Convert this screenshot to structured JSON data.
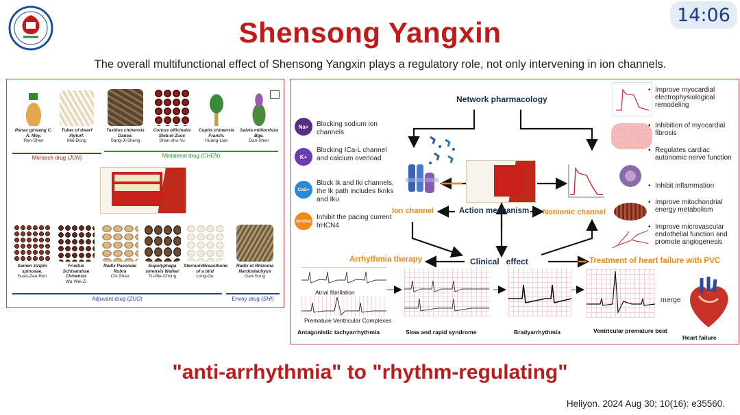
{
  "header": {
    "title": "Shensong Yangxin",
    "subtitle": "The overall multifunctional effect of Shensong Yangxin plays a regulatory role, not only intervening in ion channels.",
    "time": "14:06",
    "logo_icon": "university-seal-icon"
  },
  "left_panel": {
    "monarch_herbs": [
      {
        "latin": "Panax ginseng C. A. Mey.",
        "cn": "Ren-Shen"
      },
      {
        "latin": "Tuber of dwarf lilyturf.",
        "cn": "Mai-Dong"
      }
    ],
    "ministerial_herbs": [
      {
        "latin": "Taxillus chinensis Danse.",
        "cn": "Sang-Ji-Sheng"
      },
      {
        "latin": "Cornus officinalis Sieb.et Zucc",
        "cn": "Shan-shu-Yu"
      },
      {
        "latin": "Coptis chinensis Franch.",
        "cn": "Huang-Lian"
      },
      {
        "latin": "Salvia miltiorrhiza Bge.",
        "cn": "Dan-Shen"
      }
    ],
    "adjuvant_herbs": [
      {
        "latin": "Semen ziziphi spinosae.",
        "cn": "Suan-Zao-Ren"
      },
      {
        "latin": "Frustus Schisandrae Chinensis",
        "cn": "Wu-Wei-Zi"
      },
      {
        "latin": "Radix Paeoniae Rubra",
        "cn": "Chi-Shao"
      },
      {
        "latin": "Eupolyphaga sinensis Walker",
        "cn": "Tu-Bie-Chong"
      },
      {
        "latin": "Sternum/Breastbone of a bird",
        "cn": "Long-Gu"
      }
    ],
    "envoy_herbs": [
      {
        "latin": "Radix et Rhizoma Nardostachyos",
        "cn": "Gan-Song"
      }
    ],
    "groups": {
      "monarch": {
        "text": "Monarch drug (",
        "tag": "JUN",
        "end": ")",
        "color": "#b02020"
      },
      "ministerial": {
        "text": "Ministerial drug (",
        "tag": "CHEN",
        "end": ")",
        "color": "#2a8a3a"
      },
      "adjuvant": {
        "text": "Adjuvant drug (",
        "tag": "ZUO",
        "end": ")",
        "color": "#2a3f9a"
      },
      "envoy": {
        "text": "Envoy drug (",
        "tag": "SHI",
        "end": ")",
        "color": "#2a3f9a"
      }
    }
  },
  "right_panel": {
    "network_pharmacology": "Network  pharmacology",
    "action_mechanism": "Action mechanism",
    "ion_channel": "Ion channel",
    "nonionic_channel": "Nonionic channel",
    "clinical_effect": "Clinical   effect",
    "arrhythmia_therapy": "Arrhythmia therapy",
    "heart_failure_treatment": "Treatment of heart failure with PVC",
    "ion_effects": [
      {
        "ion": "Na+",
        "text": "Blocking sodium ion channels",
        "color": "#5a2d8a"
      },
      {
        "ion": "K+",
        "text": "Blocking  ICa-L channel  and  calcium overload",
        "color": "#6a3db0"
      },
      {
        "ion": "Ca2+",
        "text": "Block Ik and Iki channels, the Ik path includes Ikriks and Iku",
        "color": "#2a8ad8"
      },
      {
        "ion": "hHCN4",
        "text": "Inhibit the pacing current hHCN4",
        "color": "#f08a16"
      }
    ],
    "nonionic_effects": [
      "Improve myocardial electrophysiological remodeling",
      "Inhibition of myocardial fibrosis",
      "Regulates cardiac autonomic nerve function",
      "Inhibit inflammation",
      "Improve mitochondrial energy metabolism",
      "Improve microvascular endothelial function and promote angiogenesis"
    ],
    "ecg_labels": {
      "atrial_fib": "Atrial fibrillation",
      "pvc": "Premature Ventricular Complexes",
      "tachy": "Antagonistic tachyarrhythmia",
      "slow_rapid": "Slow and rapid syndrome",
      "brady": "Bradyarrhythmia",
      "vpb": "Ventricular premature beat",
      "merge": "merge",
      "heart_failure": "Heart failure"
    }
  },
  "footer": {
    "tagline": "\"anti-arrhythmia\" to \"rhythm-regulating\"",
    "citation": "Heliyon. 2024 Aug 30; 10(16): e35560."
  }
}
